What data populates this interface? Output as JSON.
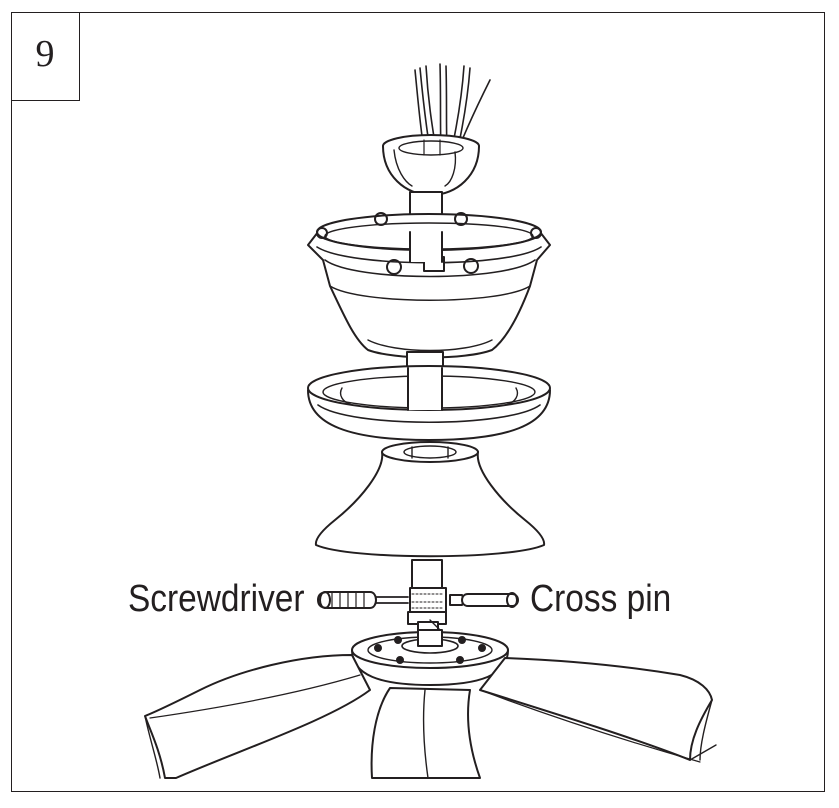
{
  "step": {
    "number": "9"
  },
  "labels": {
    "screwdriver": "Screwdriver",
    "cross_pin": "Cross pin"
  },
  "colors": {
    "line": "#231f20",
    "fill": "#ffffff",
    "shade": "#d9d9d9"
  }
}
